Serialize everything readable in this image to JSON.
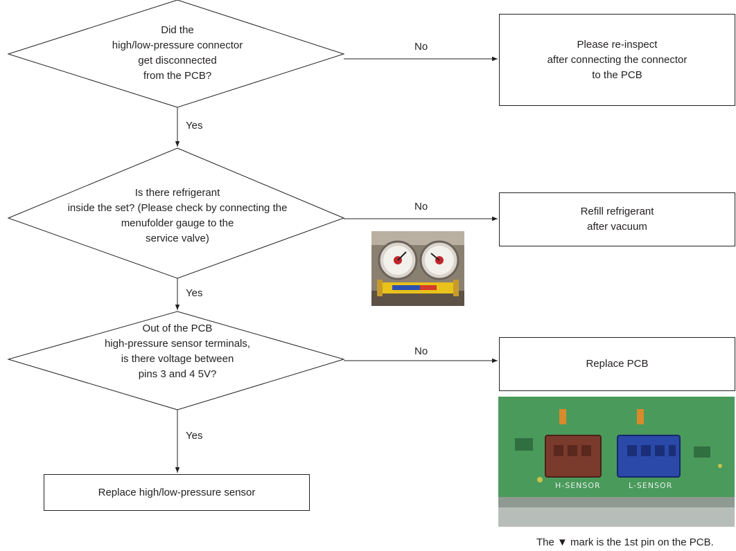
{
  "decisions": [
    {
      "id": "d1",
      "lines": [
        "Did the",
        "high/low-pressure connector",
        "get disconnected",
        "from the PCB?"
      ]
    },
    {
      "id": "d2",
      "lines": [
        "Is there refrigerant",
        "inside the set? (Please check by connecting the",
        "menufolder gauge to the",
        "service valve)"
      ]
    },
    {
      "id": "d3",
      "lines": [
        "Out of the PCB",
        "high-pressure sensor terminals,",
        "is there voltage between",
        "pins 3 and 4 5V?"
      ]
    }
  ],
  "actions": [
    {
      "id": "a1",
      "lines": [
        "Please re-inspect",
        "after connecting the connector",
        "to the PCB"
      ]
    },
    {
      "id": "a2",
      "lines": [
        "Refill refrigerant",
        "after vacuum"
      ]
    },
    {
      "id": "a3",
      "lines": [
        "Replace PCB"
      ]
    },
    {
      "id": "a4",
      "lines": [
        "Replace high/low-pressure sensor"
      ]
    }
  ],
  "branch_labels": {
    "no": "No",
    "yes": "Yes"
  },
  "pcb_photo_labels": [
    "H-SENSOR",
    "L-SENSOR"
  ],
  "caption": "The ▼ mark is the 1st pin on the PCB.",
  "colors": {
    "line": "#231f20",
    "pcb_green": "#3f8f52",
    "connector_brown": "#7a3a2c",
    "connector_blue": "#2a49a8",
    "gauge_yellow": "#e9c21a"
  }
}
